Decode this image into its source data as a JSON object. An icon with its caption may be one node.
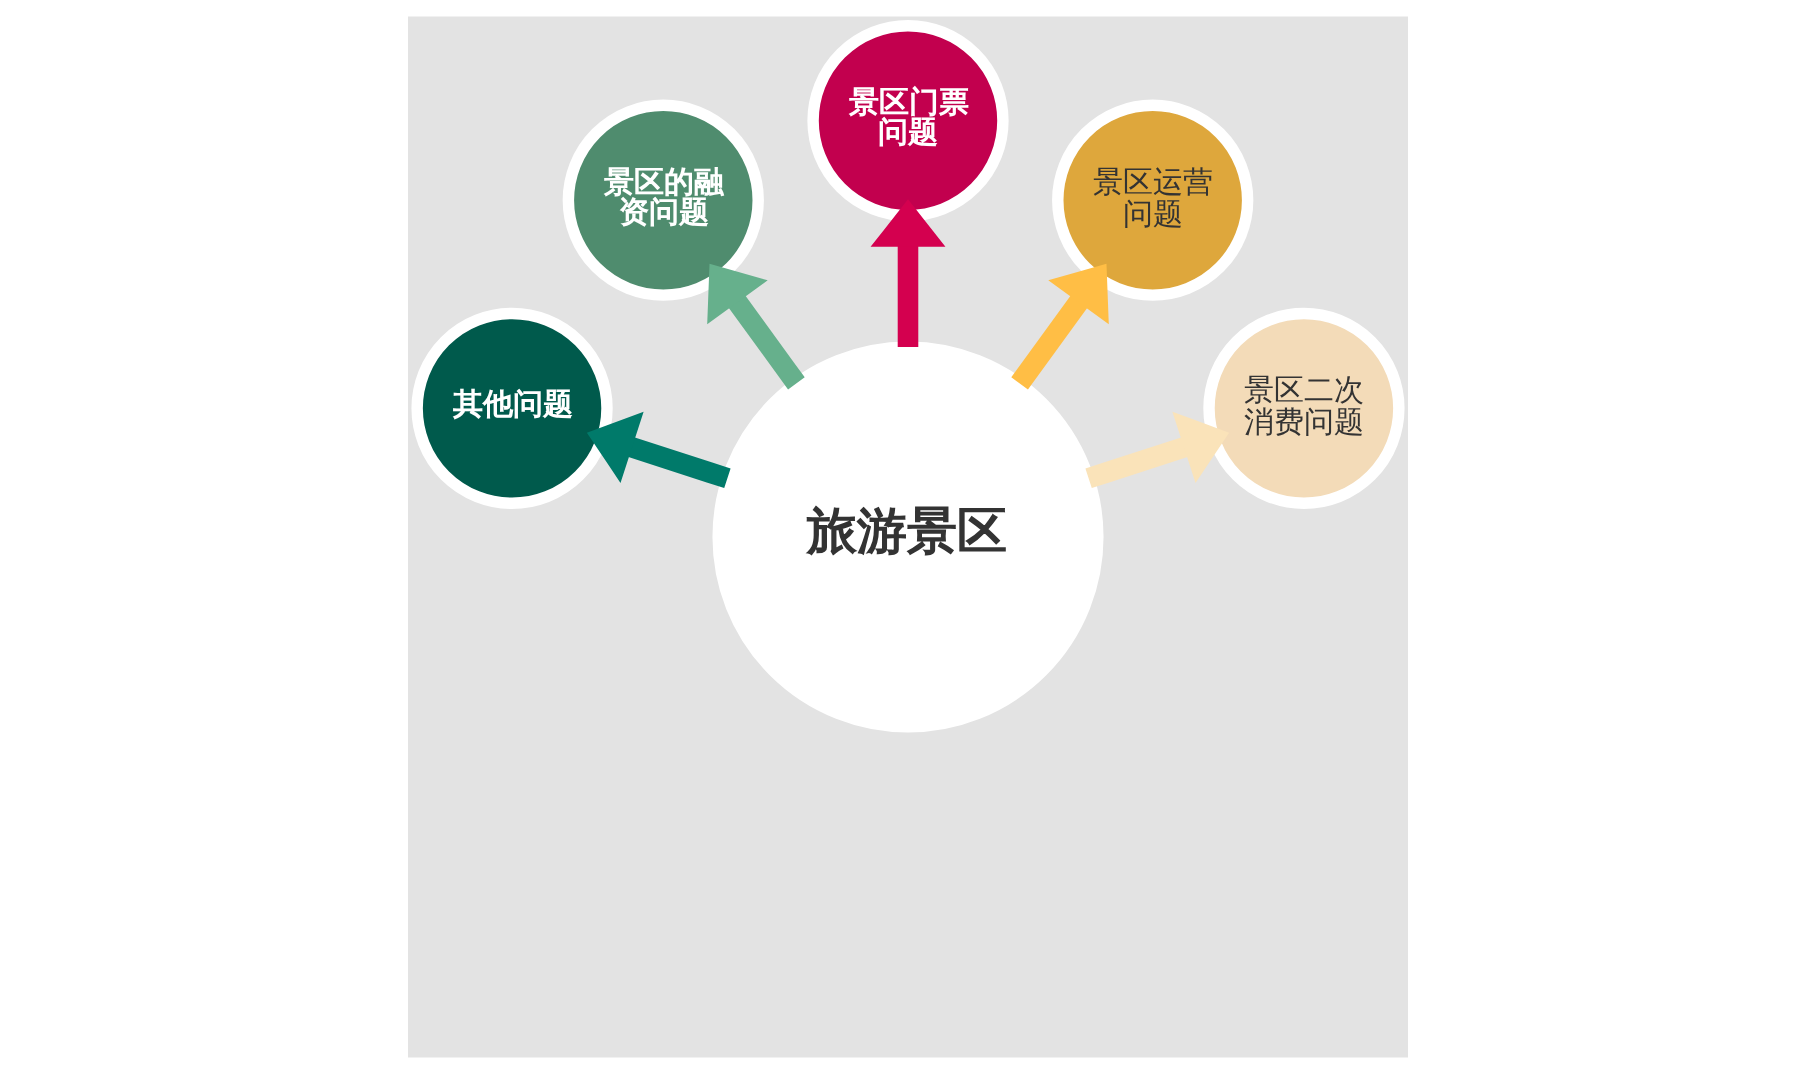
{
  "diagram": {
    "nodes": [
      {
        "text": [
          "景区门票问题"
        ]
      },
      {
        "text": [
          "景区的融资问题"
        ]
      },
      {
        "text": [
          "景区运营问题"
        ]
      },
      {
        "text": [
          "旅游景区"
        ]
      },
      {
        "text": [
          "景区二次消费问题"
        ]
      },
      {
        "text": [
          "其他问题"
        ]
      }
    ],
    "edges": [
      {
        "from": 3,
        "to": 5,
        "arrow": "to",
        "color": "#007a6a"
      },
      {
        "from": 3,
        "to": 1,
        "arrow": "to",
        "color": "#66b08c"
      },
      {
        "from": 3,
        "to": 0,
        "arrow": "to",
        "color": "#d4004f"
      },
      {
        "from": 3,
        "to": 2,
        "arrow": "to",
        "color": "#ffbe45"
      },
      {
        "from": 3,
        "to": 4,
        "arrow": "to",
        "color": "#fae3b9"
      }
    ]
  }
}
